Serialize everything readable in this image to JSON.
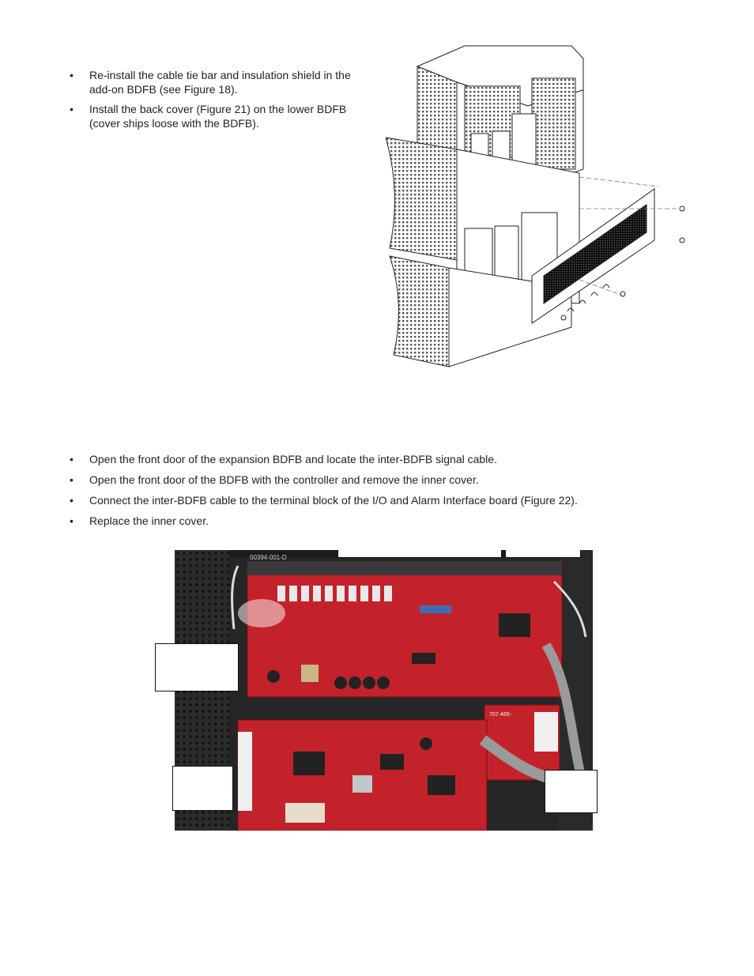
{
  "instructions_top": [
    "Re-install the cable tie bar and insulation shield in the add-on BDFB (see Figure 18).",
    "Install the back cover (Figure 21) on the lower BDFB (cover ships loose with the BDFB)."
  ],
  "instructions_bottom": [
    "Open the front door of the expansion BDFB and locate the inter-BDFB signal cable.",
    "Open the front door of the BDFB with the controller and remove the inner cover.",
    "Connect the inter-BDFB cable to the terminal block of the I/O and Alarm Interface board (Figure 22).",
    "Replace the inner cover."
  ],
  "board_photo": {
    "top_left_marking": "00394-001-D",
    "small_board_marking": "707-465-"
  }
}
